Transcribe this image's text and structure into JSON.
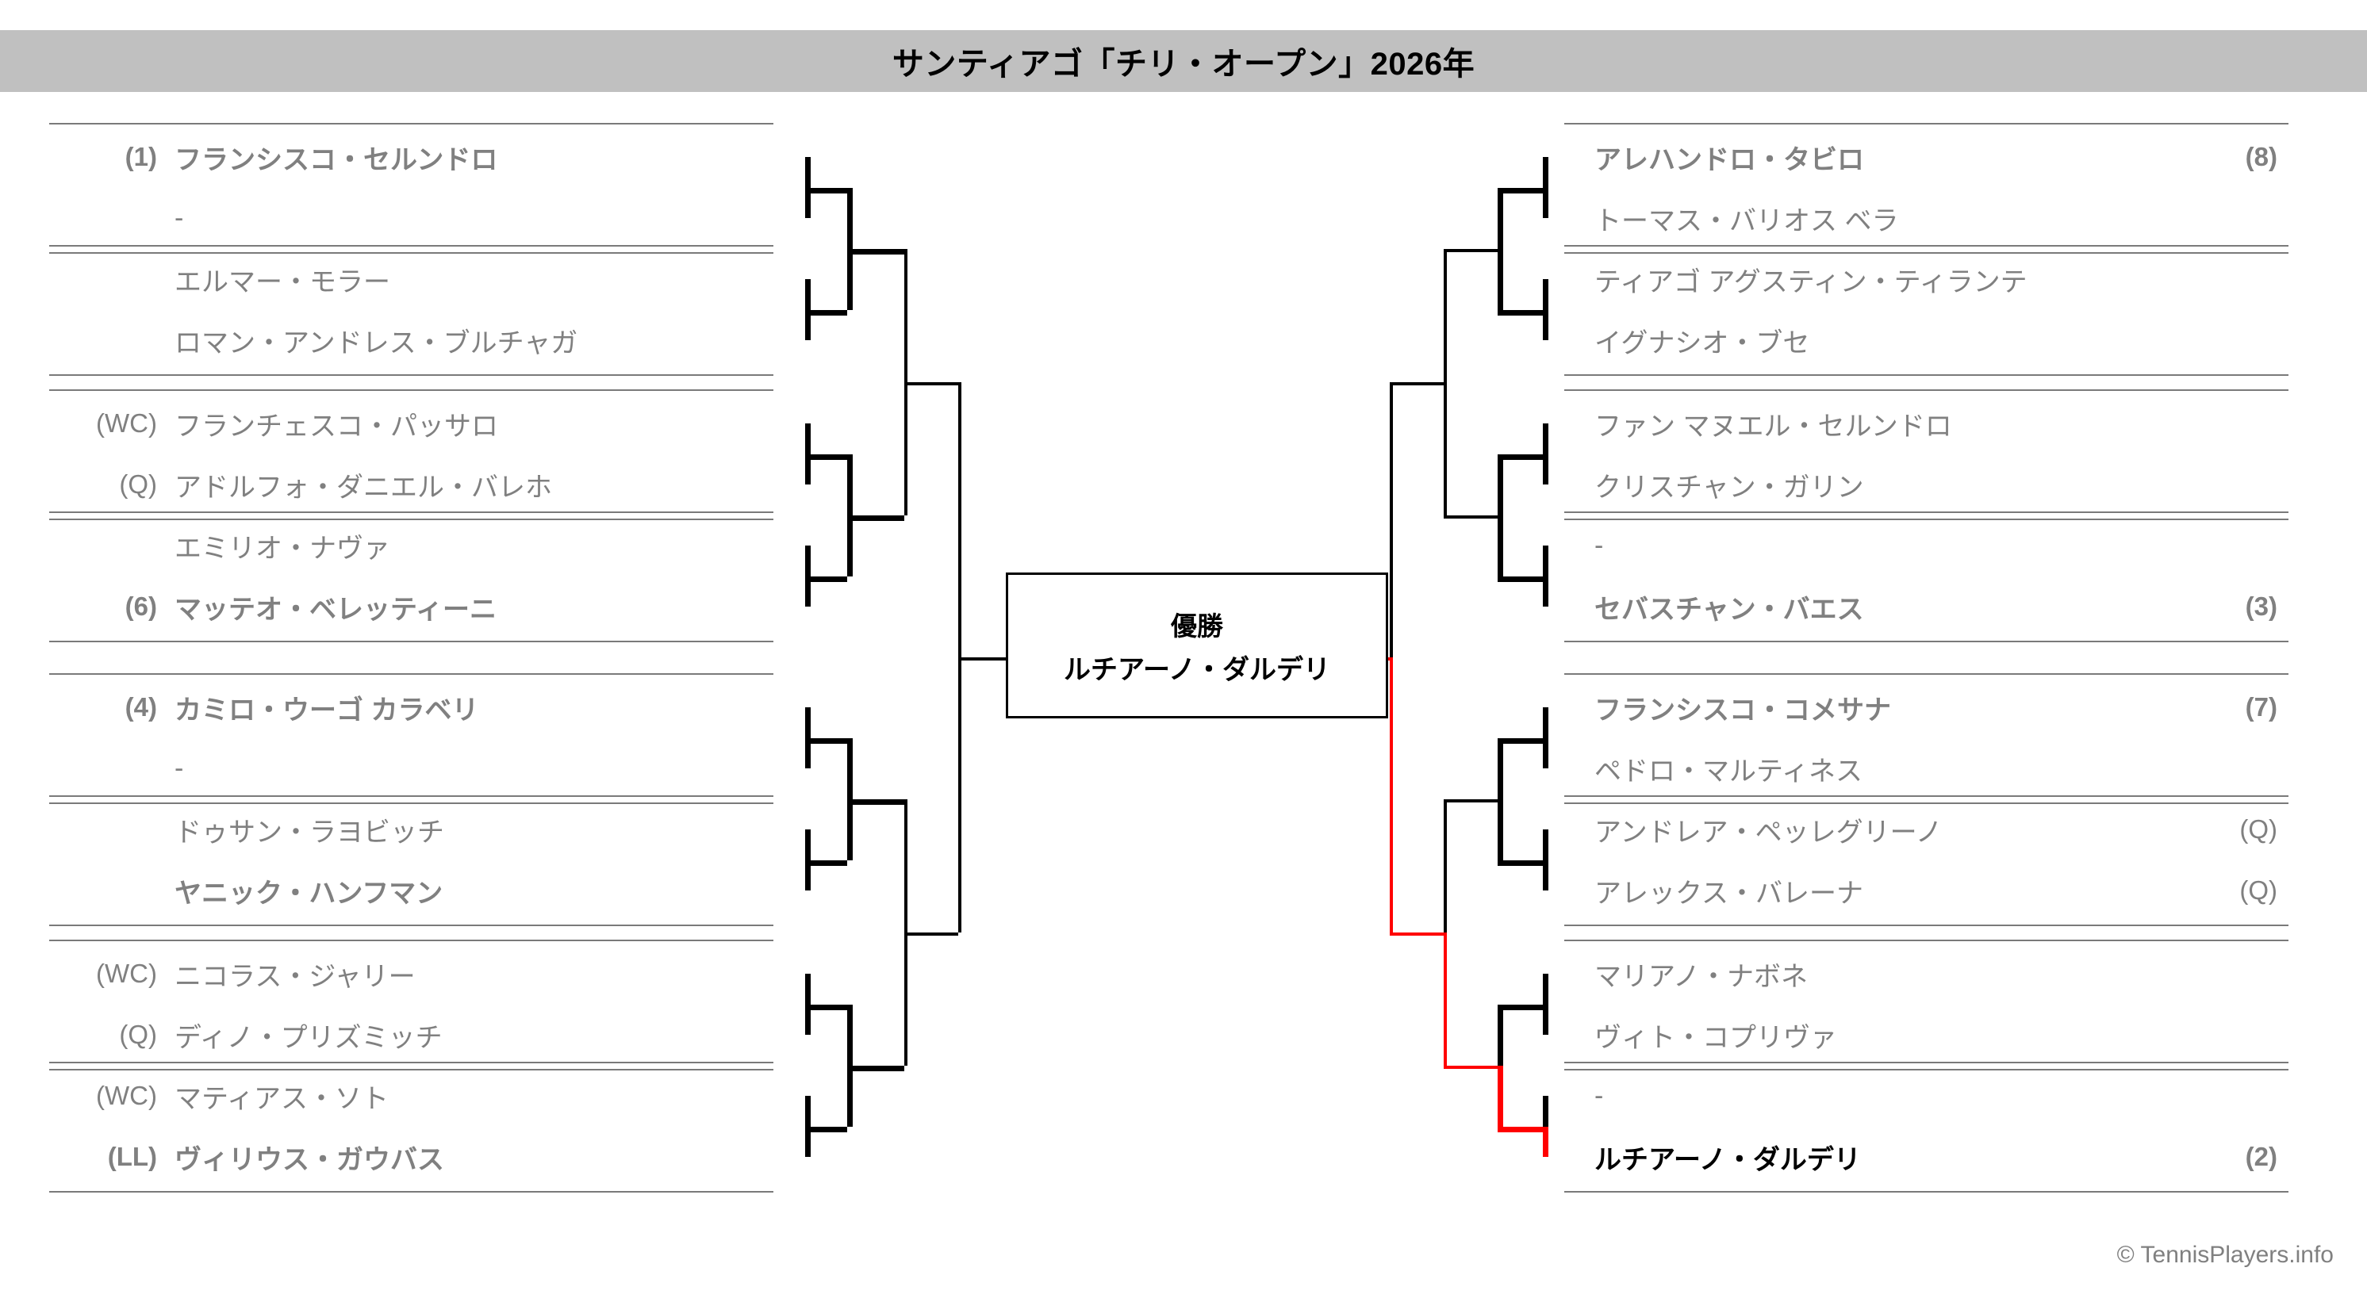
{
  "header": {
    "title": "サンティアゴ「チリ・オープン」2026年"
  },
  "footer": {
    "copyright": "© TennisPlayers.info"
  },
  "champion": {
    "label": "優勝",
    "name": "ルチアーノ・ダルデリ"
  },
  "colors": {
    "title_bar": "#c0c0c0",
    "eliminated_text": "#808080",
    "champion_text": "#000000",
    "bracket_line": "#000000",
    "winner_path": "#ff0000",
    "rule": "#7a7a7a"
  },
  "left_half": {
    "slots": [
      {
        "seed": "(1)",
        "name": "フランシスコ・セルンドロ",
        "state": "advanced"
      },
      {
        "seed": "",
        "name": "-",
        "state": "out"
      },
      {
        "seed": "",
        "name": "エルマー・モラー",
        "state": "out"
      },
      {
        "seed": "",
        "name": "ロマン・アンドレス・ブルチャガ",
        "state": "out"
      },
      {
        "seed": "(WC)",
        "name": "フランチェスコ・パッサロ",
        "state": "out"
      },
      {
        "seed": "(Q)",
        "name": "アドルフォ・ダニエル・バレホ",
        "state": "out"
      },
      {
        "seed": "",
        "name": "エミリオ・ナヴァ",
        "state": "out"
      },
      {
        "seed": "(6)",
        "name": "マッテオ・ベレッティーニ",
        "state": "advanced"
      },
      {
        "seed": "(4)",
        "name": "カミロ・ウーゴ カラベリ",
        "state": "advanced"
      },
      {
        "seed": "",
        "name": "-",
        "state": "out"
      },
      {
        "seed": "",
        "name": "ドゥサン・ラヨビッチ",
        "state": "out"
      },
      {
        "seed": "",
        "name": "ヤニック・ハンフマン",
        "state": "advanced"
      },
      {
        "seed": "(WC)",
        "name": "ニコラス・ジャリー",
        "state": "out"
      },
      {
        "seed": "(Q)",
        "name": "ディノ・プリズミッチ",
        "state": "out"
      },
      {
        "seed": "(WC)",
        "name": "マティアス・ソト",
        "state": "out"
      },
      {
        "seed": "(LL)",
        "name": "ヴィリウス・ガウバス",
        "state": "advanced"
      }
    ]
  },
  "right_half": {
    "slots": [
      {
        "seed": "(8)",
        "name": "アレハンドロ・タビロ",
        "state": "advanced"
      },
      {
        "seed": "",
        "name": "トーマス・バリオス ベラ",
        "state": "out"
      },
      {
        "seed": "",
        "name": "ティアゴ アグスティン・ティランテ",
        "state": "out"
      },
      {
        "seed": "",
        "name": "イグナシオ・ブセ",
        "state": "out"
      },
      {
        "seed": "",
        "name": "ファン マヌエル・セルンドロ",
        "state": "out"
      },
      {
        "seed": "",
        "name": "クリスチャン・ガリン",
        "state": "out"
      },
      {
        "seed": "",
        "name": "-",
        "state": "out"
      },
      {
        "seed": "(3)",
        "name": "セバスチャン・バエス",
        "state": "advanced"
      },
      {
        "seed": "(7)",
        "name": "フランシスコ・コメサナ",
        "state": "advanced"
      },
      {
        "seed": "",
        "name": "ペドロ・マルティネス",
        "state": "out"
      },
      {
        "seed": "(Q)",
        "name": "アンドレア・ペッレグリーノ",
        "state": "out"
      },
      {
        "seed": "(Q)",
        "name": "アレックス・バレーナ",
        "state": "out"
      },
      {
        "seed": "",
        "name": "マリアノ・ナボネ",
        "state": "out"
      },
      {
        "seed": "",
        "name": "ヴィト・コプリヴァ",
        "state": "out"
      },
      {
        "seed": "",
        "name": "-",
        "state": "out"
      },
      {
        "seed": "(2)",
        "name": "ルチアーノ・ダルデリ",
        "state": "champion"
      }
    ]
  }
}
